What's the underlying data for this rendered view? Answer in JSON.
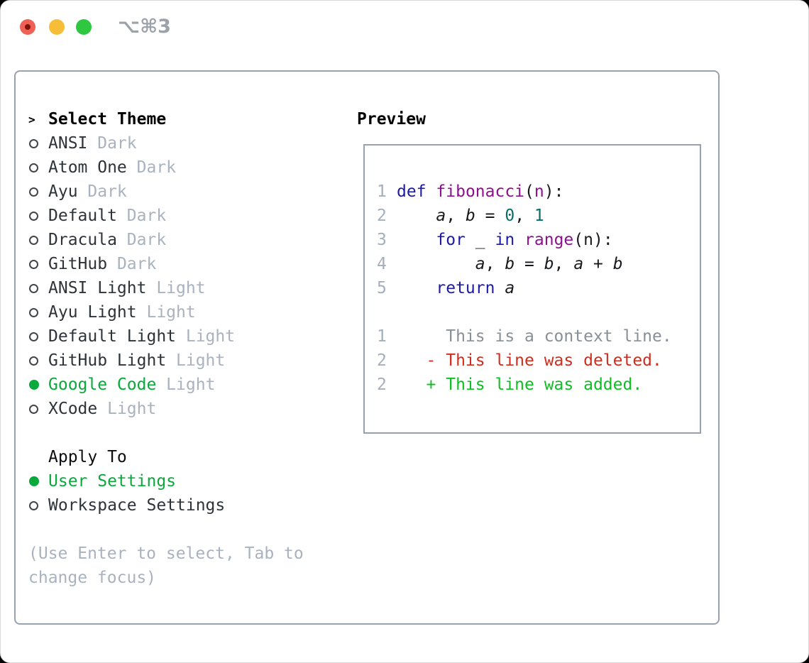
{
  "titlebar": {
    "shortcut": "⌥⌘3"
  },
  "left": {
    "title": "Select Theme",
    "themes": [
      {
        "name": "ANSI",
        "variant": "Dark",
        "selected": false
      },
      {
        "name": "Atom One",
        "variant": "Dark",
        "selected": false
      },
      {
        "name": "Ayu",
        "variant": "Dark",
        "selected": false
      },
      {
        "name": "Default",
        "variant": "Dark",
        "selected": false
      },
      {
        "name": "Dracula",
        "variant": "Dark",
        "selected": false
      },
      {
        "name": "GitHub",
        "variant": "Dark",
        "selected": false
      },
      {
        "name": "ANSI Light",
        "variant": "Light",
        "selected": false
      },
      {
        "name": "Ayu Light",
        "variant": "Light",
        "selected": false
      },
      {
        "name": "Default Light",
        "variant": "Light",
        "selected": false
      },
      {
        "name": "GitHub Light",
        "variant": "Light",
        "selected": false
      },
      {
        "name": "Google Code",
        "variant": "Light",
        "selected": true
      },
      {
        "name": "XCode",
        "variant": "Light",
        "selected": false
      }
    ],
    "apply_title": "Apply To",
    "apply_options": [
      {
        "name": "User Settings",
        "selected": true
      },
      {
        "name": "Workspace Settings",
        "selected": false
      }
    ],
    "hint_lines": [
      "(Use Enter to select, Tab to",
      "change focus)"
    ]
  },
  "preview": {
    "title": "Preview",
    "lines": [
      {
        "num": "1",
        "kind": "code",
        "tokens": [
          {
            "c": "kw",
            "t": "def"
          },
          {
            "c": "pln",
            "t": " "
          },
          {
            "c": "fn",
            "t": "fibonacci"
          },
          {
            "c": "pln",
            "t": "("
          },
          {
            "c": "fn",
            "t": "n"
          },
          {
            "c": "pln",
            "t": "):"
          }
        ]
      },
      {
        "num": "2",
        "kind": "code",
        "tokens": [
          {
            "c": "pln",
            "t": "    "
          },
          {
            "c": "var",
            "t": "a"
          },
          {
            "c": "pln",
            "t": ", "
          },
          {
            "c": "var",
            "t": "b"
          },
          {
            "c": "pln",
            "t": " = "
          },
          {
            "c": "num",
            "t": "0"
          },
          {
            "c": "pln",
            "t": ", "
          },
          {
            "c": "num",
            "t": "1"
          }
        ]
      },
      {
        "num": "3",
        "kind": "code",
        "tokens": [
          {
            "c": "pln",
            "t": "    "
          },
          {
            "c": "kw",
            "t": "for"
          },
          {
            "c": "pln",
            "t": " _ "
          },
          {
            "c": "kw",
            "t": "in"
          },
          {
            "c": "pln",
            "t": " "
          },
          {
            "c": "fn",
            "t": "range"
          },
          {
            "c": "pln",
            "t": "(n):"
          }
        ]
      },
      {
        "num": "4",
        "kind": "code",
        "tokens": [
          {
            "c": "pln",
            "t": "        "
          },
          {
            "c": "var",
            "t": "a"
          },
          {
            "c": "pln",
            "t": ", "
          },
          {
            "c": "var",
            "t": "b"
          },
          {
            "c": "pln",
            "t": " = "
          },
          {
            "c": "var",
            "t": "b"
          },
          {
            "c": "pln",
            "t": ", "
          },
          {
            "c": "var",
            "t": "a"
          },
          {
            "c": "pln",
            "t": " + "
          },
          {
            "c": "var",
            "t": "b"
          }
        ]
      },
      {
        "num": "5",
        "kind": "code",
        "tokens": [
          {
            "c": "pln",
            "t": "    "
          },
          {
            "c": "kw",
            "t": "return"
          },
          {
            "c": "pln",
            "t": " "
          },
          {
            "c": "var",
            "t": "a"
          }
        ]
      },
      {
        "num": "",
        "kind": "blank",
        "tokens": []
      },
      {
        "num": "1",
        "kind": "context",
        "text": "     This is a context line."
      },
      {
        "num": "2",
        "kind": "deleted",
        "text": "   - This line was deleted."
      },
      {
        "num": "2",
        "kind": "added",
        "text": "   + This line was added."
      }
    ]
  },
  "colors": {
    "accent_green": "#0aa93c",
    "diff_added": "#0fbe23",
    "diff_deleted": "#d02d1e",
    "code_keyword": "#1d1aa6",
    "code_name": "#8d118d",
    "code_number": "#0b6c6c",
    "muted_gray": "#a9b2be",
    "border_gray": "#98a2ae",
    "line_number_gray": "#a5aebb",
    "traffic_red": "#ef6157",
    "traffic_yellow": "#f6be38",
    "traffic_green": "#2ec840"
  }
}
